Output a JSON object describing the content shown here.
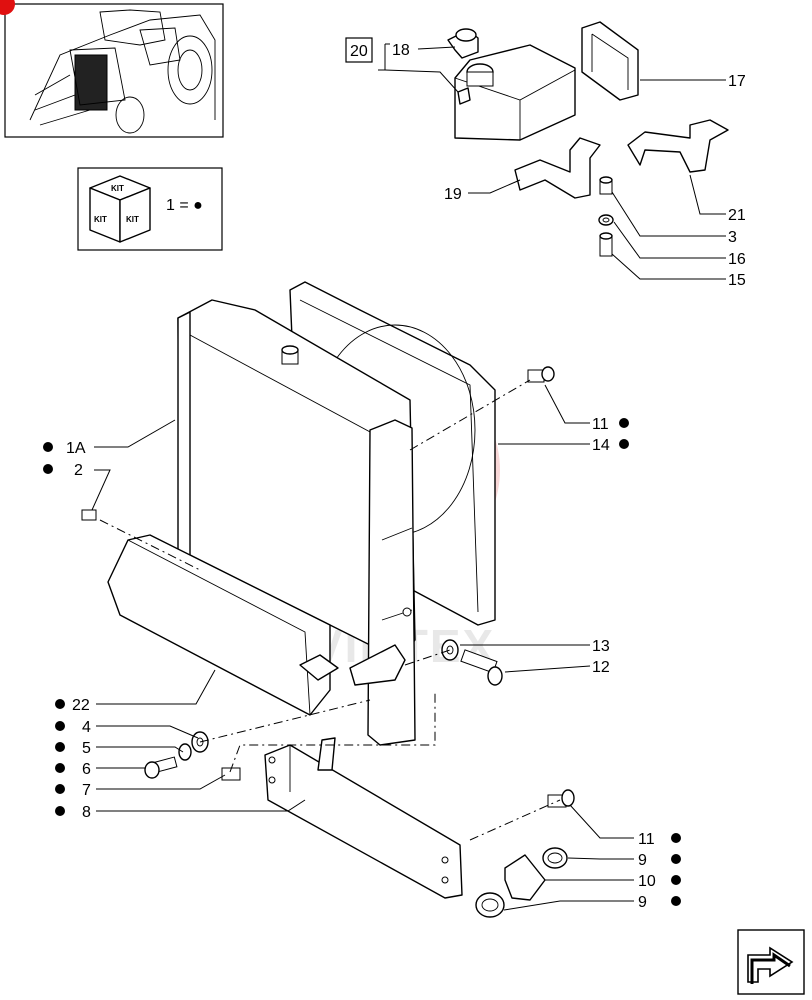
{
  "diagram": {
    "group_box_label": "20",
    "kit_legend": {
      "cube_text_top": "KIT",
      "cube_text_left": "KIT",
      "cube_text_right": "KIT",
      "equation": "1 = ●"
    },
    "watermark_text": "VIMTEX",
    "callouts": [
      {
        "id": "18",
        "text": "18",
        "kit": false
      },
      {
        "id": "17",
        "text": "17",
        "kit": false
      },
      {
        "id": "19",
        "text": "19",
        "kit": false
      },
      {
        "id": "21",
        "text": "21",
        "kit": false
      },
      {
        "id": "3",
        "text": "3",
        "kit": false
      },
      {
        "id": "16",
        "text": "16",
        "kit": false
      },
      {
        "id": "15",
        "text": "15",
        "kit": false
      },
      {
        "id": "1A",
        "text": "1A",
        "kit": true
      },
      {
        "id": "2",
        "text": "2",
        "kit": true
      },
      {
        "id": "11a",
        "text": "11",
        "kit": true
      },
      {
        "id": "14",
        "text": "14",
        "kit": true
      },
      {
        "id": "13",
        "text": "13",
        "kit": false
      },
      {
        "id": "12",
        "text": "12",
        "kit": false
      },
      {
        "id": "22",
        "text": "22",
        "kit": true
      },
      {
        "id": "4",
        "text": "4",
        "kit": true
      },
      {
        "id": "5",
        "text": "5",
        "kit": true
      },
      {
        "id": "6",
        "text": "6",
        "kit": true
      },
      {
        "id": "7",
        "text": "7",
        "kit": true
      },
      {
        "id": "8",
        "text": "8",
        "kit": true
      },
      {
        "id": "11b",
        "text": "11",
        "kit": true
      },
      {
        "id": "9a",
        "text": "9",
        "kit": true
      },
      {
        "id": "10",
        "text": "10",
        "kit": true
      },
      {
        "id": "9b",
        "text": "9",
        "kit": true
      }
    ],
    "nav": {
      "icon": "next-page-arrow-icon"
    }
  }
}
